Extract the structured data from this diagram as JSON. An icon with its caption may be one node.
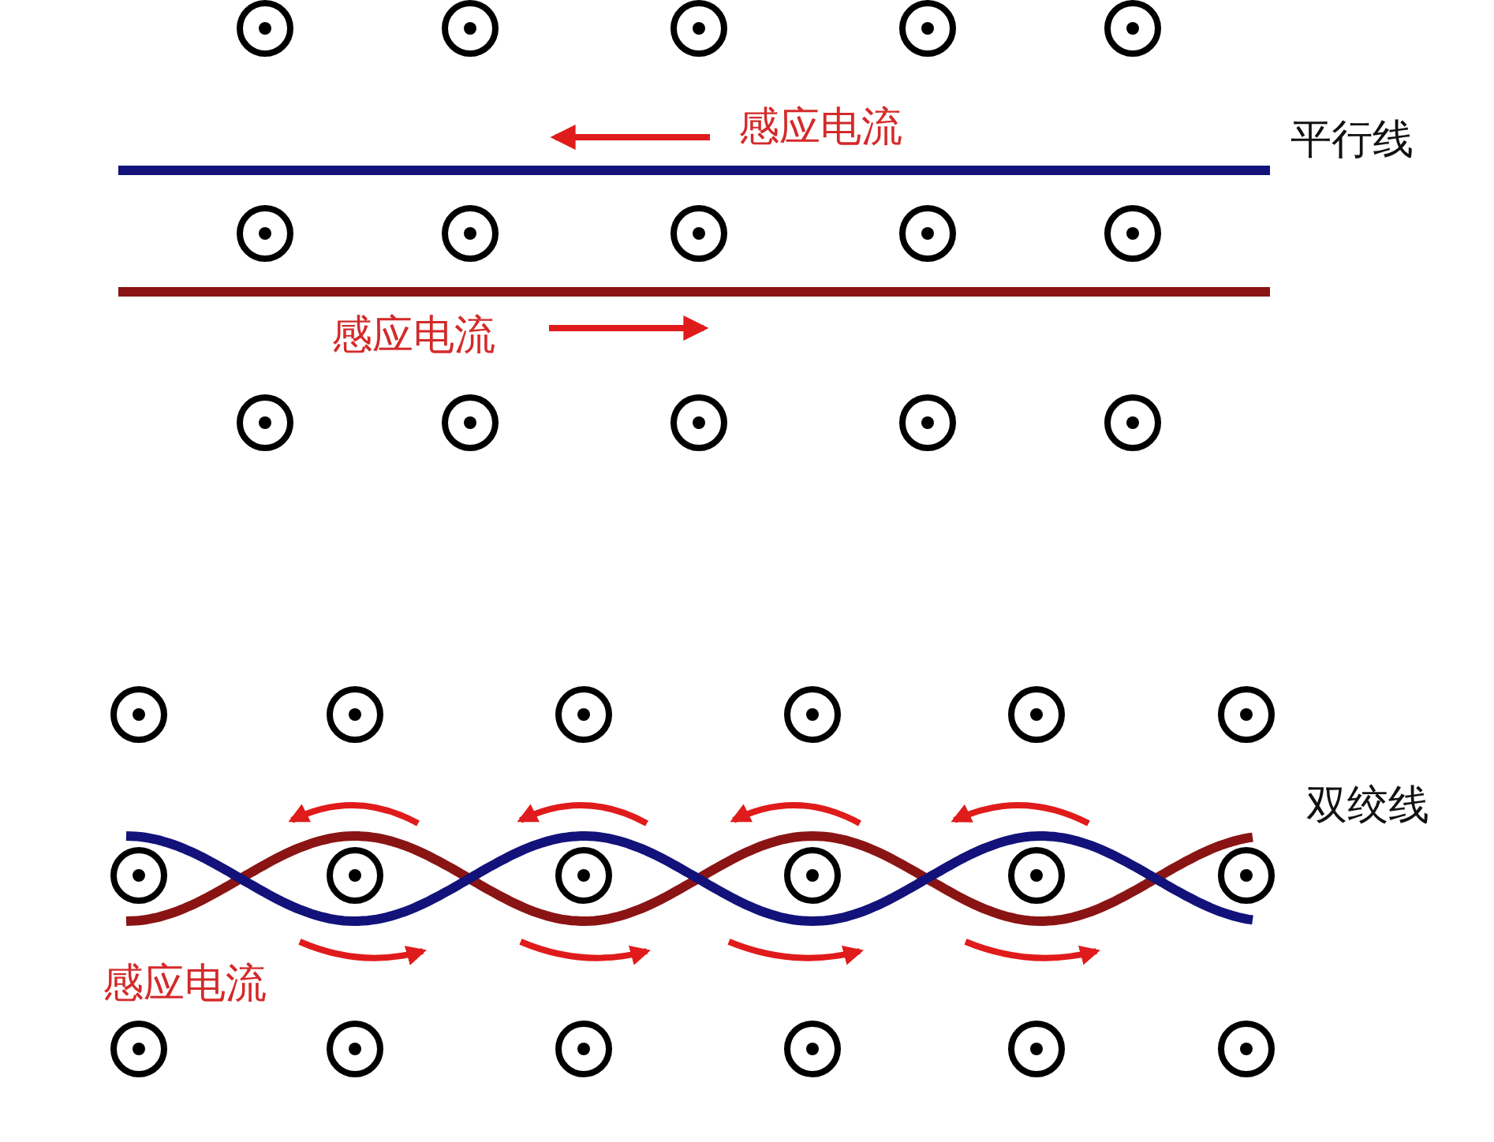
{
  "diagram": {
    "labels": [
      "感应电流",
      "平行线",
      "感应电流",
      "双绞线",
      "感应电流"
    ]
  }
}
